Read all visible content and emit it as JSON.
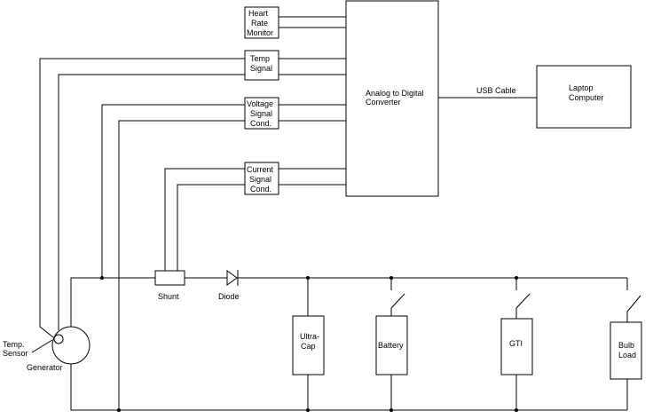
{
  "blocks": {
    "heart_rate": [
      "Heart",
      "Rate",
      "Monitor"
    ],
    "temp_signal": [
      "Temp",
      "Signal"
    ],
    "voltage_signal": [
      "Voltage",
      "Signal",
      "Cond."
    ],
    "current_signal": [
      "Current",
      "Signal",
      "Cond."
    ],
    "adc": [
      "Analog to Digital",
      "Converter"
    ],
    "laptop": [
      "Laptop",
      "Computer"
    ],
    "ultracap": [
      "Ultra-",
      "Cap"
    ],
    "battery": [
      "Battery"
    ],
    "gti": [
      "GTI"
    ],
    "bulb_load": [
      "Bulb",
      "Load"
    ]
  },
  "labels": {
    "usb_cable": "USB Cable",
    "shunt": "Shunt",
    "diode": "Diode",
    "temp_sensor": [
      "Temp.",
      "Sensor"
    ],
    "generator": "Generator"
  }
}
